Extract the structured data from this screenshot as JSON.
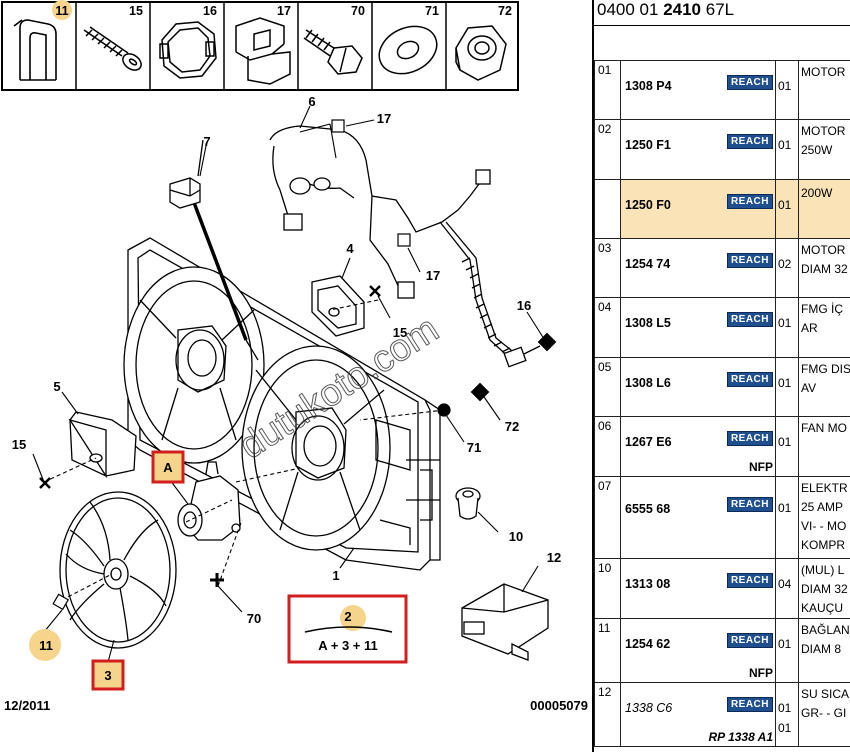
{
  "header_parts": [
    {
      "num": "11",
      "icon": "clip-icon"
    },
    {
      "num": "15",
      "icon": "screw-icon"
    },
    {
      "num": "16",
      "icon": "ring-clip-icon"
    },
    {
      "num": "17",
      "icon": "bracket-clip-icon"
    },
    {
      "num": "70",
      "icon": "bolt-icon"
    },
    {
      "num": "71",
      "icon": "washer-icon"
    },
    {
      "num": "72",
      "icon": "nut-icon"
    }
  ],
  "diagram": {
    "labels": {
      "c7": "7",
      "c6": "6",
      "c17a": "17",
      "c17b": "17",
      "c4": "4",
      "c15a": "15",
      "c16": "16",
      "c5": "5",
      "c15b": "15",
      "cA": "A",
      "c71": "71",
      "c72": "72",
      "c10": "10",
      "c12": "12",
      "c1": "1",
      "c70": "70",
      "c11": "11",
      "c3": "3"
    },
    "formula": {
      "top": "2",
      "bottom": "A + 3 + 11"
    },
    "date": "12/2011",
    "code": "00005079",
    "watermark": "dutukoto.com"
  },
  "ref": {
    "prefix": "0400 01 ",
    "bold": "2410",
    "suffix": " 67L"
  },
  "rows": [
    {
      "idx": "01",
      "pn": "1308 P4",
      "reach": "REACH",
      "qty": "01",
      "desc": [
        "MOTOR"
      ],
      "h": 59
    },
    {
      "idx": "02",
      "pn": "1250 F1",
      "reach": "REACH",
      "qty": "01",
      "desc": [
        "MOTOR",
        "250W"
      ],
      "h": 60
    },
    {
      "idx": "",
      "pn": "1250 F0",
      "reach": "REACH",
      "qty": "01",
      "desc": [
        "200W"
      ],
      "h": 59,
      "highlight": true
    },
    {
      "idx": "03",
      "pn": "1254 74",
      "reach": "REACH",
      "qty": "02",
      "desc": [
        "MOTOR",
        "DIAM 32"
      ],
      "h": 59
    },
    {
      "idx": "04",
      "pn": "1308 L5",
      "reach": "REACH",
      "qty": "01",
      "desc": [
        "FMG İÇ",
        "AR"
      ],
      "h": 60
    },
    {
      "idx": "05",
      "pn": "1308 L6",
      "reach": "REACH",
      "qty": "01",
      "desc": [
        "FMG DIS",
        "AV"
      ],
      "h": 59
    },
    {
      "idx": "06",
      "pn": "1267 E6",
      "reach": "REACH",
      "qty": "01",
      "nfp": "NFP",
      "desc": [
        "FAN MO"
      ],
      "h": 60
    },
    {
      "idx": "07",
      "pn": "6555 68",
      "reach": "REACH",
      "qty": "01",
      "desc": [
        "ELEKTR",
        "25 AMP",
        "VI- - MO",
        "KOMPR"
      ],
      "h": 82
    },
    {
      "idx": "10",
      "pn": "1313 08",
      "reach": "REACH",
      "qty": "04",
      "desc": [
        "(MUL) L",
        "DIAM 32",
        "KAUÇU"
      ],
      "h": 59
    },
    {
      "idx": "11",
      "pn": "1254 62",
      "reach": "REACH",
      "qty": "01",
      "nfp": "NFP",
      "desc": [
        "BAĞLAN",
        "DIAM 8"
      ],
      "h": 64
    },
    {
      "idx": "12",
      "pn": "1338 C6",
      "reach": "REACH",
      "qty": "01",
      "qty2": "01",
      "rp": "RP 1338 A1",
      "desc": [
        "SU SICA",
        "GR- - GI"
      ],
      "h": 64,
      "italic_pn": true
    }
  ]
}
